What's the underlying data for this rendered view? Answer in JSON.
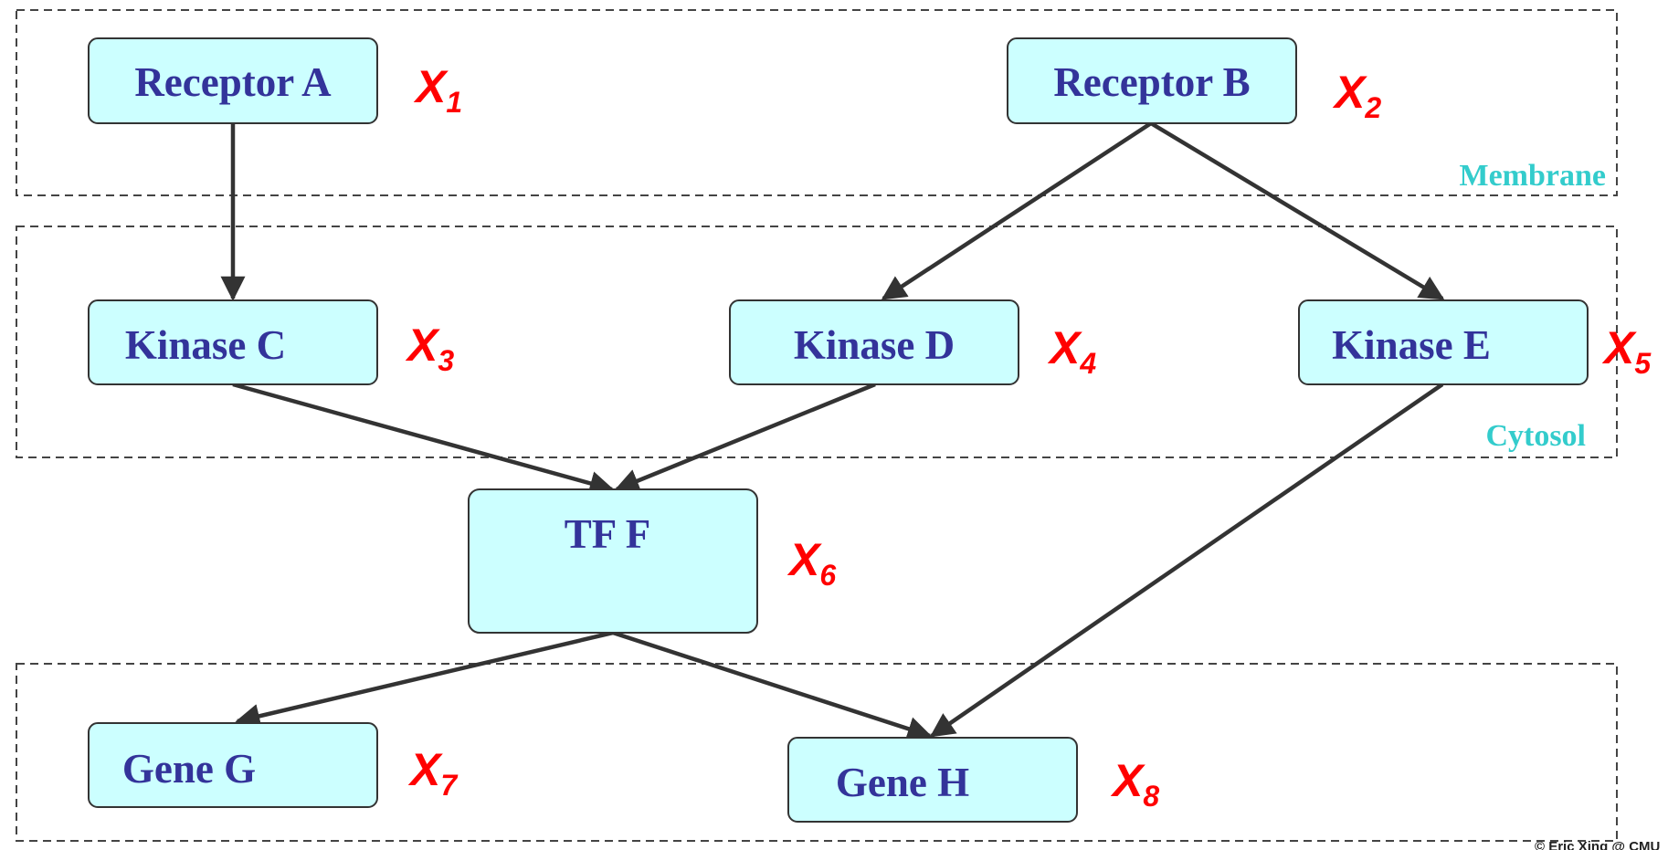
{
  "regions": {
    "membrane": "Membrane",
    "cytosol": "Cytosol"
  },
  "nodes": {
    "receptor_a": {
      "label": "Receptor A",
      "var": "X",
      "sub": "1"
    },
    "receptor_b": {
      "label": "Receptor B",
      "var": "X",
      "sub": "2"
    },
    "kinase_c": {
      "label": "Kinase C",
      "var": "X",
      "sub": "3"
    },
    "kinase_d": {
      "label": "Kinase D",
      "var": "X",
      "sub": "4"
    },
    "kinase_e": {
      "label": "Kinase E",
      "var": "X",
      "sub": "5"
    },
    "tf_f": {
      "label": "TF F",
      "var": "X",
      "sub": "6"
    },
    "gene_g": {
      "label": "Gene G",
      "var": "X",
      "sub": "7"
    },
    "gene_h": {
      "label": "Gene H",
      "var": "X",
      "sub": "8"
    }
  },
  "edges": [
    {
      "from": "Receptor A",
      "to": "Kinase C"
    },
    {
      "from": "Receptor B",
      "to": "Kinase D"
    },
    {
      "from": "Receptor B",
      "to": "Kinase E"
    },
    {
      "from": "Kinase C",
      "to": "TF F"
    },
    {
      "from": "Kinase D",
      "to": "TF F"
    },
    {
      "from": "Kinase E",
      "to": "Gene H"
    },
    {
      "from": "TF F",
      "to": "Gene G"
    },
    {
      "from": "TF F",
      "to": "Gene H"
    }
  ],
  "colors": {
    "node_fill": "#ccffff",
    "node_text": "#33339a",
    "variable_text": "#ff0000",
    "region_label": "#33cccc",
    "edge": "#333333"
  },
  "credit": "© Eric Xing @ CMU"
}
